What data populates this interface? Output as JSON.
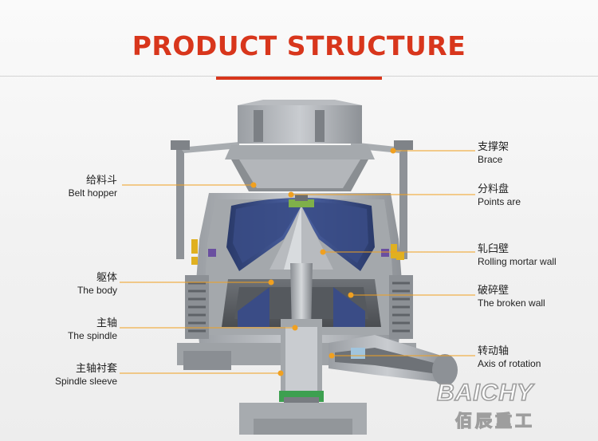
{
  "header": {
    "title": "PRODUCT STRUCTURE",
    "title_color": "#d8361c",
    "accent_color": "#d8361c"
  },
  "labels_left": [
    {
      "zh": "给料斗",
      "en": "Belt hopper"
    },
    {
      "zh": "躯体",
      "en": "The body"
    },
    {
      "zh": "主轴",
      "en": "The spindle"
    },
    {
      "zh": "主轴衬套",
      "en": "Spindle sleeve"
    }
  ],
  "labels_right": [
    {
      "zh": "支撑架",
      "en": "Brace"
    },
    {
      "zh": "分料盘",
      "en": "Points are"
    },
    {
      "zh": "轧臼壁",
      "en": "Rolling mortar wall"
    },
    {
      "zh": "破碎壁",
      "en": "The broken wall"
    },
    {
      "zh": "转动轴",
      "en": "Axis of rotation"
    }
  ],
  "leader_color": "#f0a020",
  "watermark": {
    "en": "BAICHY",
    "zh": "佰辰重工"
  }
}
